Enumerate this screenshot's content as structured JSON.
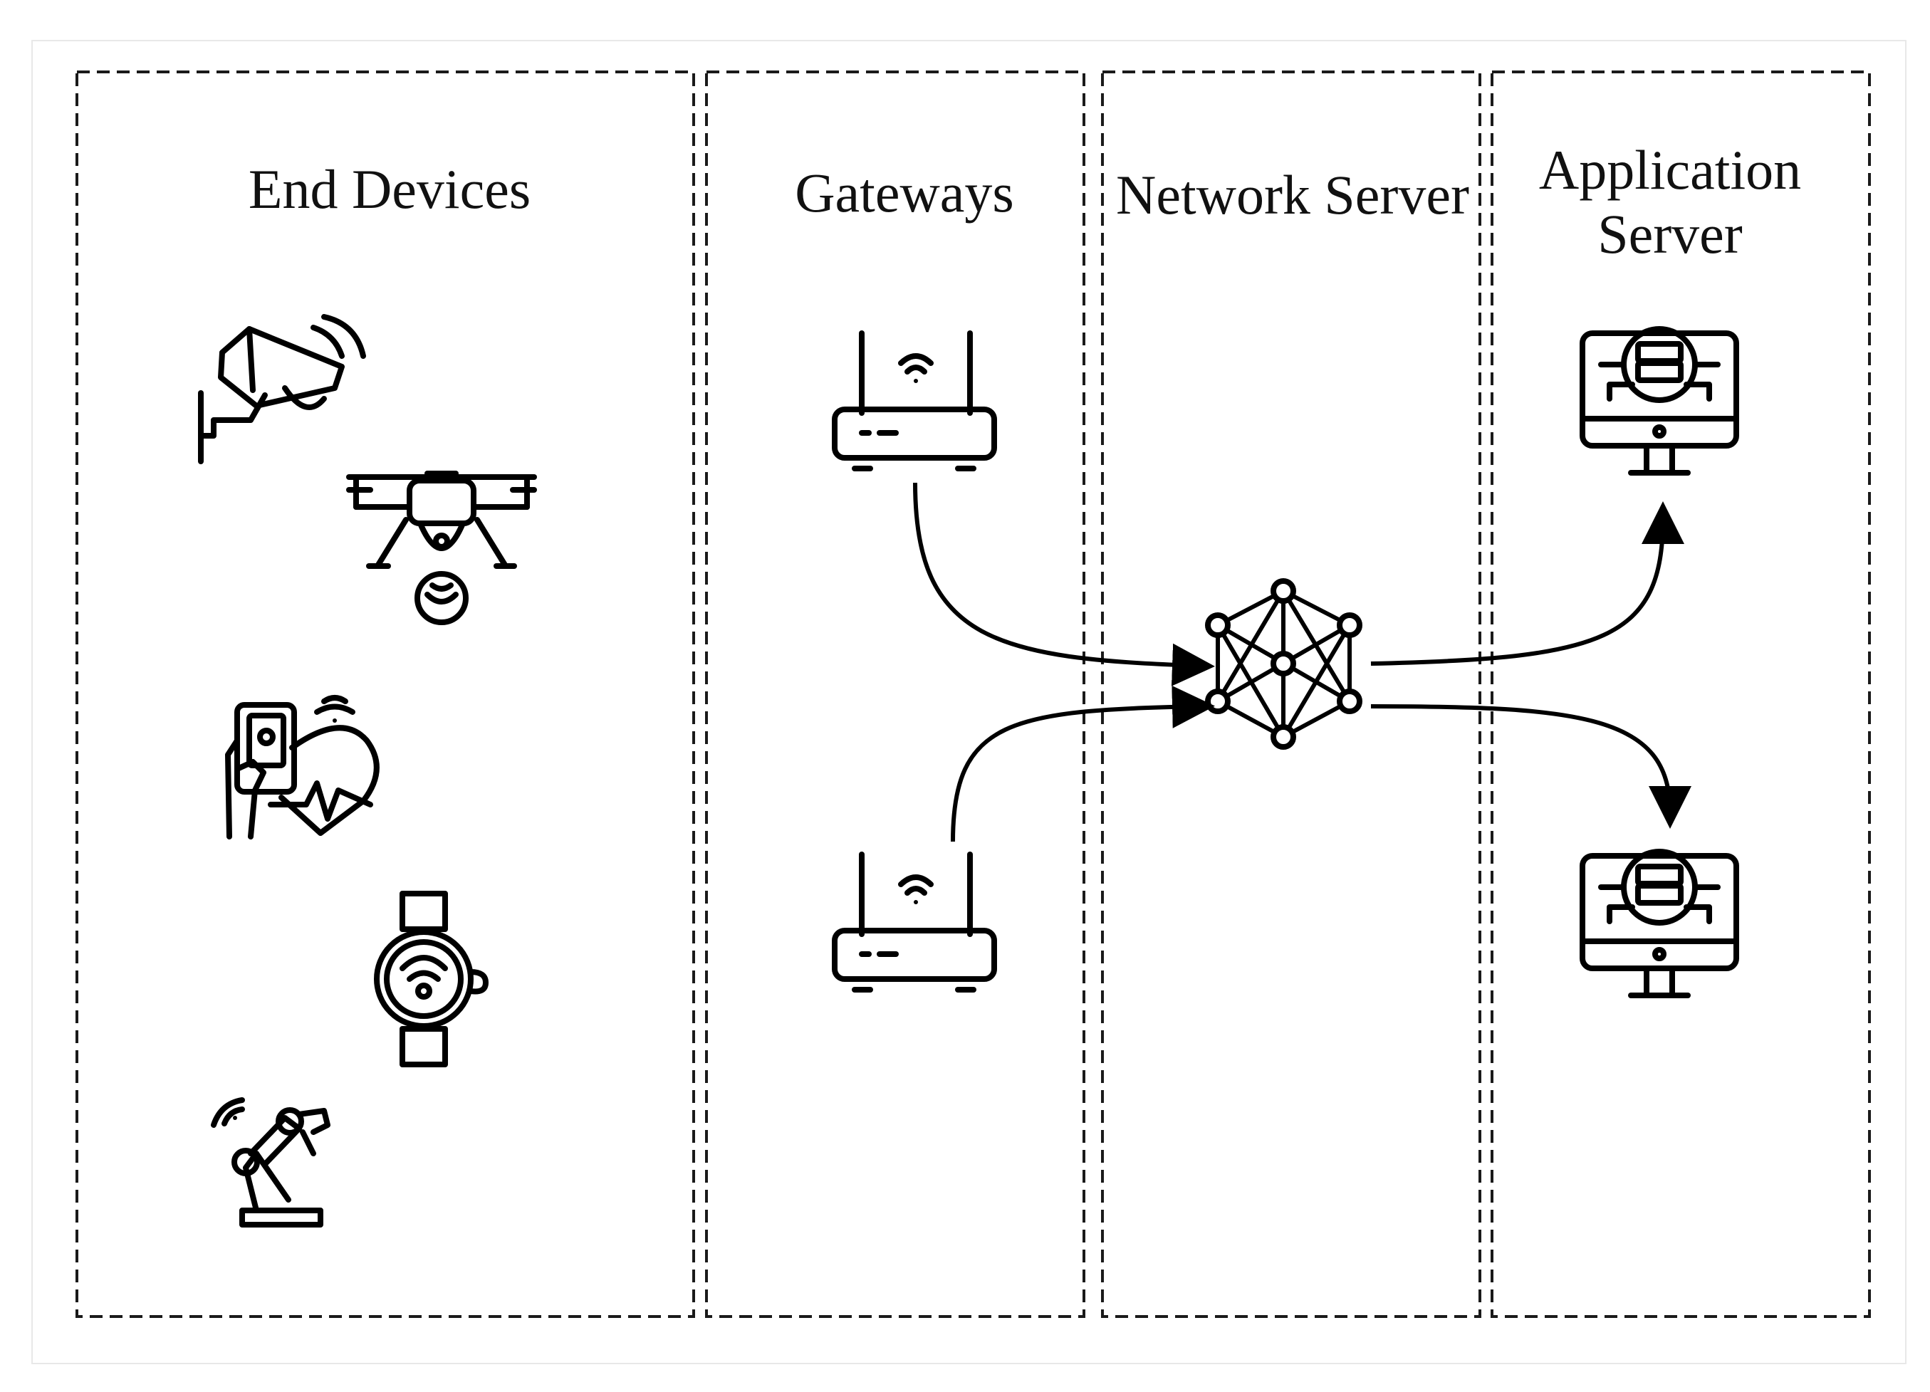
{
  "columns": [
    {
      "id": "end-devices",
      "title": "End Devices"
    },
    {
      "id": "gateways",
      "title": "Gateways"
    },
    {
      "id": "network-server",
      "title": "Network Server"
    },
    {
      "id": "application-server",
      "title_line1": "Application",
      "title_line2": "Server"
    }
  ],
  "icons": {
    "end_devices": [
      "cctv-camera-icon",
      "drone-camera-icon",
      "smartphone-heart-monitor-icon",
      "smartwatch-icon",
      "robotic-arm-icon"
    ],
    "gateways": [
      "router-icon",
      "router-icon"
    ],
    "network_server": [
      "network-mesh-icon"
    ],
    "application_server": [
      "server-monitor-icon",
      "server-monitor-icon"
    ]
  },
  "colors": {
    "stroke": "#000000",
    "background": "#ffffff"
  }
}
